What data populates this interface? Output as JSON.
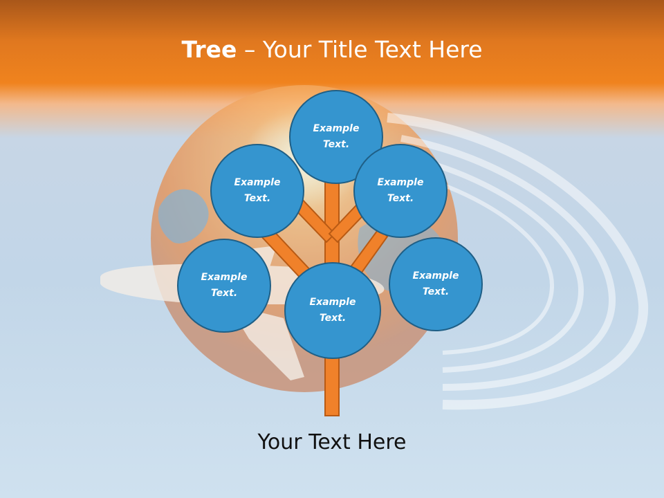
{
  "title": {
    "bold": "Tree",
    "separator": " – ",
    "rest": "Your Title Text Here"
  },
  "nodes": [
    {
      "text": "Example Text."
    },
    {
      "text": "Example Text."
    },
    {
      "text": "Example Text."
    },
    {
      "text": "Example Text."
    },
    {
      "text": "Example Text."
    },
    {
      "text": "Example Text."
    }
  ],
  "footer": "Your Text Here",
  "colors": {
    "node_fill": "#3595cf",
    "node_border": "#1f5f86",
    "branch": "#f0812a",
    "header": "#f0831e"
  }
}
